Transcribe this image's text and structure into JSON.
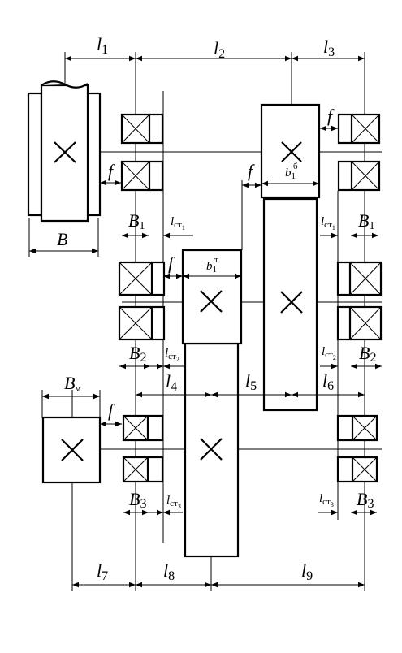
{
  "labels": {
    "l": "l",
    "B": "B",
    "b": "b",
    "f": "f",
    "subs": {
      "one": "1",
      "two": "2",
      "three": "3",
      "four": "4",
      "five": "5",
      "six": "6",
      "seven": "7",
      "eight": "8",
      "nine": "9",
      "st": "ст",
      "m": "м",
      "b_sup": "б",
      "t_sup": "т"
    }
  }
}
